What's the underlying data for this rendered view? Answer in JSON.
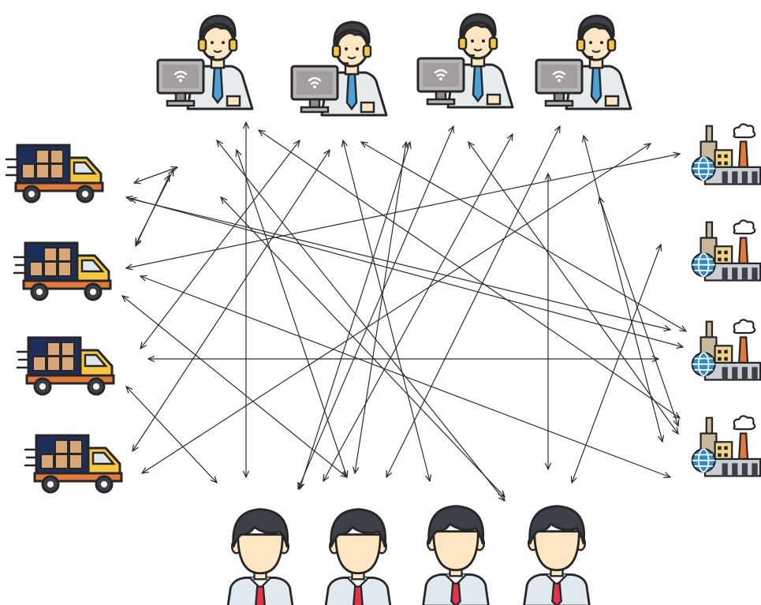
{
  "diagram": {
    "kind": "many-to-many communication network",
    "icons": {
      "operator": "operator-at-computer-icon",
      "truck": "delivery-truck-icon",
      "factory": "factory-icon",
      "customer": "customer-person-icon"
    },
    "groups": {
      "operators": [
        "op1",
        "op2",
        "op3",
        "op4"
      ],
      "trucks": [
        "tr1",
        "tr2",
        "tr3",
        "tr4"
      ],
      "factories": [
        "fa1",
        "fa2",
        "fa3",
        "fa4"
      ],
      "customers": [
        "cu1",
        "cu2",
        "cu3",
        "cu4"
      ]
    },
    "connection_count": 30,
    "style": {
      "arrow_color": "#2b2b2b",
      "skin": "#fde6c4",
      "hair": "#3d4046",
      "shirt": "#e6ebee",
      "tie": "#e2354a",
      "monitor": "#b9b5b6",
      "truck_cab": "#f6c744",
      "truck_cargo": "#1f2d5a",
      "boxes": "#d9a777",
      "factory_wall": "#c9b89e",
      "globe": "#2f8cc9",
      "outline": "#262626"
    }
  }
}
